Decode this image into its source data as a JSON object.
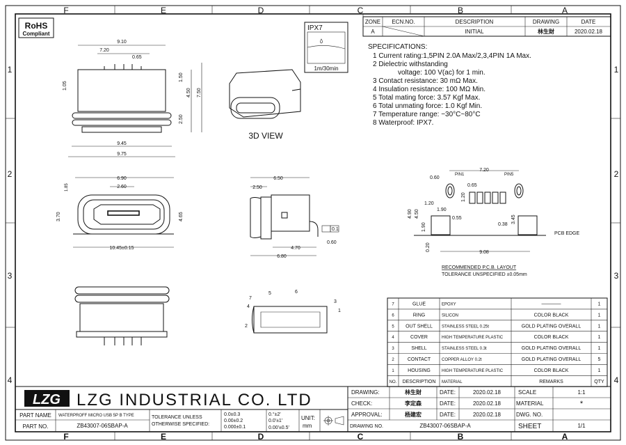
{
  "frame": {
    "zones_letters": [
      "F",
      "E",
      "D",
      "C",
      "B",
      "A"
    ],
    "zones_numbers": [
      "1",
      "2",
      "3",
      "4"
    ]
  },
  "rohs": {
    "line1": "RoHS",
    "line2": "Compliant"
  },
  "revision": {
    "headers": [
      "ZONE",
      "ECN.NO.",
      "DESCRIPTION",
      "DRAWING",
      "DATE"
    ],
    "row": {
      "zone": "A",
      "ecn": "",
      "description": "INITIAL",
      "drawing": "林生財",
      "date": "2020.02.18"
    }
  },
  "specs": {
    "title": "SPECIFICATIONS:",
    "items": [
      "1 Current rating:1,5PIN 2.0A Max/2,3,4PIN 1A Max.",
      "2 Dielectric withstanding",
      "voltage: 100 V(ac) for 1 min.",
      "3 Contact resistance: 30 mΩ Max.",
      "4 Insulation resistance: 100 MΩ Min.",
      "5 Total mating force: 3.57 Kgf Max.",
      "6 Total unmating force: 1.0 Kgf Min.",
      "7 Temperature range: −30°C~80°C",
      "8 Waterproof: IPX7."
    ]
  },
  "ipx": {
    "title": "IPX7",
    "depth": "1m/30min"
  },
  "views": {
    "view3d_label": "3D VIEW",
    "top_dims": [
      "9.10",
      "7.20",
      "0.65",
      "1.05",
      "1.50",
      "4.50",
      "7.50",
      "2.50",
      "9.45",
      "9.75"
    ],
    "front_dims": [
      "6.90",
      "2.60",
      "1.85",
      "3.70",
      "4.65",
      "10.45±0.15"
    ],
    "side_dims": [
      "6.50",
      "2.50",
      "0.1",
      "0.60",
      "4.70",
      "6.80"
    ],
    "section_callouts": [
      "5",
      "6",
      "7",
      "4",
      "3",
      "1",
      "2"
    ]
  },
  "pcb": {
    "dims": [
      "7.20",
      "0.60",
      "PIN1",
      "PIN5",
      "0.65",
      "1.20",
      "1.20",
      "1.90",
      "4.90",
      "4.50",
      "0.55",
      "0.38",
      "3.45",
      "1.90",
      "0.20",
      "9.08"
    ],
    "edge_label": "PCB EDGE",
    "caption1": "RECOMMENDED   P.C.B.  LAYOUT",
    "caption2": "TOLERANCE  UNSPECIFIED  ±0.05mm"
  },
  "bom": {
    "headers": [
      "NO.",
      "DESCRIPTION",
      "MATERIAL",
      "REMARKS",
      "QTY"
    ],
    "rows": [
      {
        "no": "7",
        "desc": "GLUE",
        "material": "EPOXY",
        "remarks": "————",
        "qty": "1"
      },
      {
        "no": "6",
        "desc": "RING",
        "material": "SILICON",
        "remarks": "COLOR BLACK",
        "qty": "1"
      },
      {
        "no": "5",
        "desc": "OUT SHELL",
        "material": "STAINLESS STEEL 0.25t",
        "remarks": "GOLD PLATING OVERALL",
        "qty": "1"
      },
      {
        "no": "4",
        "desc": "COVER",
        "material": "HIGH TEMPERATURE PLASTIC",
        "remarks": "COLOR BLACK",
        "qty": "1"
      },
      {
        "no": "3",
        "desc": "SHELL",
        "material": "STAINLESS STEEL 0.3t",
        "remarks": "GOLD PLATING OVERALL",
        "qty": "1"
      },
      {
        "no": "2",
        "desc": "CONTACT",
        "material": "COPPER ALLOY  0.2t",
        "remarks": "GOLD PLATING OVERALL",
        "qty": "5"
      },
      {
        "no": "1",
        "desc": "HOUSING",
        "material": "HIGH TEMPERATURE PLASTIC",
        "remarks": "COLOR BLACK",
        "qty": "1"
      }
    ]
  },
  "title_block": {
    "logo": "LZG",
    "company": "LZG INDUSTRIAL CO. LTD",
    "part_name_label": "PART NAME",
    "part_name": "WATERPROFF MICRO USB 5P B TYPE",
    "part_no_label": "PART NO.",
    "part_no": "ZB43007-06SBAP-A",
    "tolerance_label1": "TOLERANCE UNLESS",
    "tolerance_label2": "OTHERWISE SPECIFIED:",
    "tol_linear": [
      "0.0±0.3",
      "0.00±0.2",
      "0.000±0.1"
    ],
    "tol_angle": [
      "0.°±2'",
      "0.0'±1'",
      "0.00'±0.5'"
    ],
    "unit_label": "UNIT:",
    "unit": "mm",
    "drawing_label": "DRAWING:",
    "drawing_by": "林生財",
    "check_label": "CHECK:",
    "check_by": "李定森",
    "approval_label": "APPROVAL:",
    "approval_by": "杨建宏",
    "date_label": "DATE:",
    "dates": [
      "2020.02.18",
      "2020.02.18",
      "2020.02.18"
    ],
    "scale_label": "SCALE",
    "scale": "1:1",
    "material_label": "MATERIAL",
    "material": "*",
    "dwg_no_label": "DWG. NO.",
    "drawing_no_label": "DRAWING NO.",
    "drawing_no": "ZB43007-06SBAP-A",
    "sheet_label": "SHEET",
    "sheet": "1/1"
  }
}
